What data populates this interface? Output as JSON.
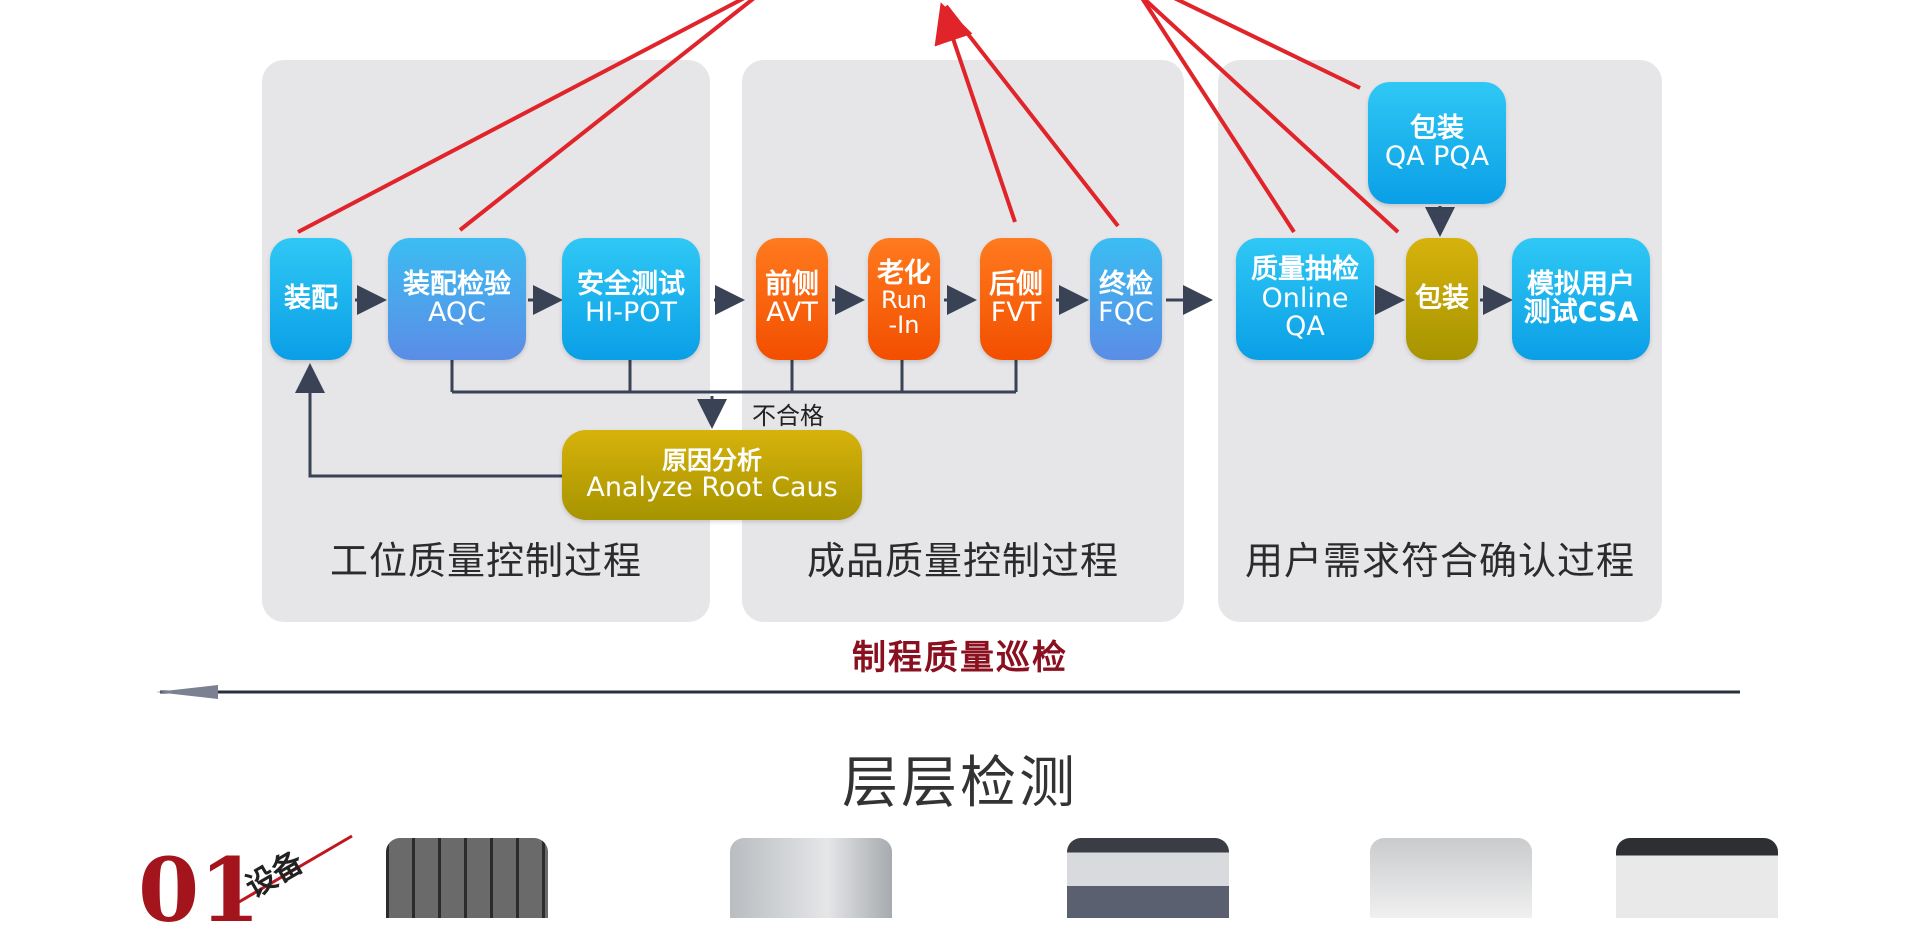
{
  "panels": [
    {
      "id": "workstation",
      "label": "工位质量控制过程"
    },
    {
      "id": "finished",
      "label": "成品质量控制过程"
    },
    {
      "id": "user",
      "label": "用户需求符合确认过程"
    }
  ],
  "nodes": {
    "assembly": {
      "line1": "装配",
      "line2": ""
    },
    "aqc": {
      "line1": "装配检验",
      "line2": "AQC"
    },
    "hipot": {
      "line1": "安全测试",
      "line2": "HI-POT"
    },
    "avt": {
      "line1": "前侧",
      "line2": "AVT"
    },
    "runin": {
      "line1": "老化",
      "line2": "Run",
      "line3": "-In"
    },
    "fvt": {
      "line1": "后侧",
      "line2": "FVT"
    },
    "fqc": {
      "line1": "终检",
      "line2": "FQC"
    },
    "onlineqa": {
      "line1": "质量抽检",
      "line2": "Online",
      "line3": "QA"
    },
    "packing": {
      "line1": "包装",
      "line2": ""
    },
    "csa": {
      "line1": "模拟用户",
      "line2": "测试CSA"
    },
    "packqa": {
      "line1": "包装",
      "line2": "QA PQA"
    },
    "rootcause": {
      "line1": "原因分析",
      "line2": "Analyze Root Caus"
    }
  },
  "reject_label": "不合格",
  "main_caption": "制程质量巡检",
  "section_title": "层层检测",
  "bottom_badge": {
    "number": "01",
    "word": "设备"
  },
  "colors": {
    "flow_arrow": "#3a4256",
    "patrol_line": "#e0242a",
    "caption": "#8a1020"
  }
}
